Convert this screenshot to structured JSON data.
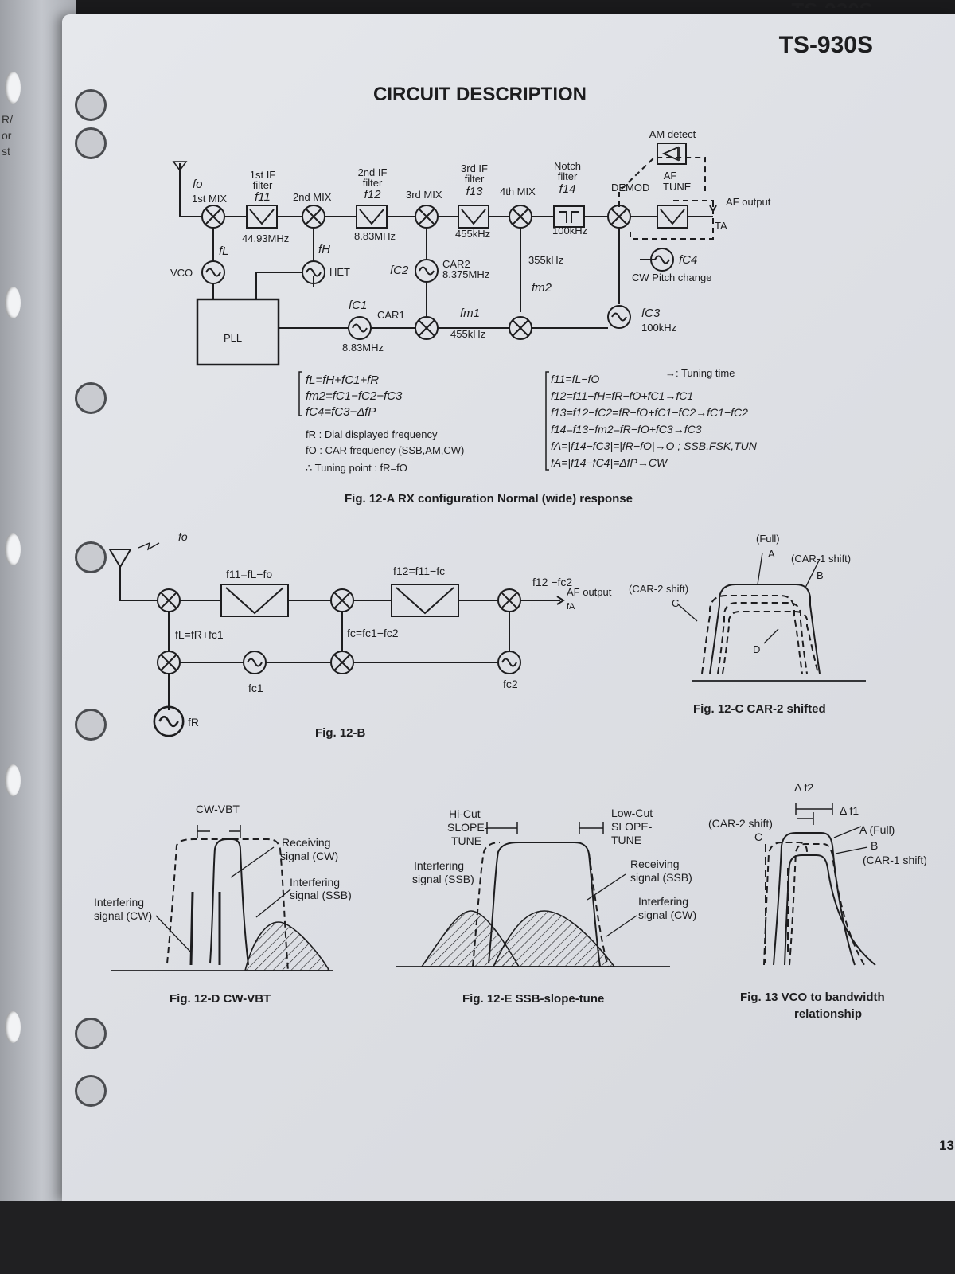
{
  "header": {
    "model": "TS-930S",
    "model_cut": "TS-930S",
    "title": "CIRCUIT DESCRIPTION",
    "page_number": "13"
  },
  "left_page_fragments": [
    "R/",
    "or",
    "st"
  ],
  "fig12a": {
    "caption": "Fig. 12-A  RX configuration Normal (wide) response",
    "labels": {
      "fo": "fo",
      "first_mix": "1st MIX",
      "first_if": "1st IF",
      "filter": "filter",
      "f11": "f11",
      "second_mix": "2nd MIX",
      "second_if": "2nd IF",
      "f12": "f12",
      "third_mix": "3rd MIX",
      "third_if": "3rd IF",
      "f13": "f13",
      "fourth_mix": "4th MIX",
      "notch": "Notch",
      "f14": "f14",
      "am_detect": "AM detect",
      "demod": "DEMOD",
      "af": "AF",
      "tune": "TUNE",
      "af_output": "AF output",
      "ta": "TA",
      "mhz_4493": "44.93MHz",
      "mhz_883": "8.83MHz",
      "khz_455": "455kHz",
      "khz_100": "100kHz",
      "fl": "fL",
      "fh": "fH",
      "vco": "VCO",
      "het": "HET",
      "fc2": "fC2",
      "car2": "CAR2",
      "car2_freq": "8.375MHz",
      "khz_355": "355kHz",
      "fm2": "fm2",
      "fc4": "fC4",
      "cw_pitch": "CW Pitch change",
      "fc1": "fC1",
      "car1": "CAR1",
      "fm1": "fm1",
      "pll": "PLL",
      "mhz_883b": "8.83MHz",
      "khz_455b": "455kHz",
      "fc3": "fC3",
      "khz_100b": "100kHz"
    },
    "equations_left": [
      "fL=fH+fC1+fR",
      "fm2=fC1−fC2−fC3",
      "fC4=fC3−ΔfP"
    ],
    "legend_left": [
      "fR : Dial displayed frequency",
      "fO : CAR frequency (SSB,AM,CW)",
      "∴ Tuning point : fR=fO"
    ],
    "tuning_time": "→: Tuning time",
    "equations_right": [
      "f11=fL−fO",
      "f12=f11−fH=fR−fO+fC1→fC1",
      "f13=f12−fC2=fR−fO+fC1−fC2→fC1−fC2",
      "f14=f13−fm2=fR−fO+fC3→fC3",
      "fA=|f14−fC3|=|fR−fO|→O ; SSB,FSK,TUN",
      "fA=|f14−fC4|=ΔfP→CW"
    ]
  },
  "fig12b": {
    "caption": "Fig. 12-B",
    "labels": {
      "fo": "fo",
      "f11": "f11=fL−fo",
      "f12": "f12=f11−fc",
      "f12b": "f12 −fc2",
      "af_output": "AF output",
      "fa": "fA",
      "fl": "fL=fR+fc1",
      "fc": "fc=fc1−fc2",
      "fc1": "fc1",
      "fc2": "fc2",
      "fr": "fR"
    }
  },
  "fig12c": {
    "caption": "Fig. 12-C  CAR-2 shifted",
    "labels": {
      "full": "(Full)",
      "a": "A",
      "car1": "(CAR-1 shift)",
      "b": "B",
      "car2": "(CAR-2 shift)",
      "c": "C",
      "d": "D"
    }
  },
  "fig12d": {
    "caption": "Fig. 12-D  CW-VBT",
    "labels": {
      "cw_vbt": "CW-VBT",
      "receiving": "Receiving",
      "signal_cw": "signal (CW)",
      "interfering": "Interfering",
      "signal_ssb": "signal (SSB)",
      "interfering_cw_1": "Interfering",
      "interfering_cw_2": "signal (CW)"
    }
  },
  "fig12e": {
    "caption": "Fig. 12-E  SSB-slope-tune",
    "labels": {
      "hicut": "Hi-Cut",
      "slope": "SLOPE-",
      "tune": "TUNE",
      "lowcut": "Low-Cut",
      "slope2": "SLOPE-",
      "tune2": "TUNE",
      "int_ssb_1": "Interfering",
      "int_ssb_2": "signal (SSB)",
      "rec_ssb_1": "Receiving",
      "rec_ssb_2": "signal (SSB)",
      "int_cw_1": "Interfering",
      "int_cw_2": "signal (CW)"
    }
  },
  "fig13": {
    "caption_1": "Fig. 13  VCO to bandwidth",
    "caption_2": "relationship",
    "labels": {
      "df2": "Δ f2",
      "df1": "Δ f1",
      "car2": "(CAR-2 shift)",
      "c": "C",
      "a_full": "A (Full)",
      "b": "B",
      "car1": "(CAR-1 shift)"
    }
  }
}
